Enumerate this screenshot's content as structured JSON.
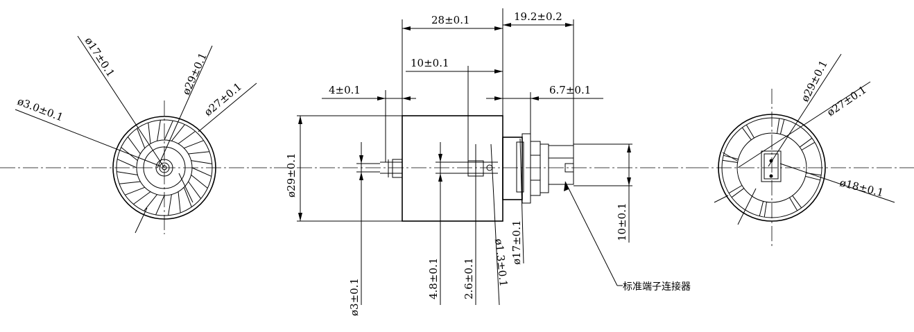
{
  "dimensions": {
    "left_d17": "ø17±0.1",
    "left_d29": "ø29±0.1",
    "left_d27": "ø27±0.1",
    "left_d3": "ø3.0±0.1",
    "len_28": "28±0.1",
    "len_19_2": "19.2±0.2",
    "len_10": "10±0.1",
    "len_4": "4±0.1",
    "len_6_7": "6.7±0.1",
    "side_d29": "ø29±0.1",
    "side_d3": "ø3±0.1",
    "side_4_8": "4.8±0.1",
    "side_2_6": "2.6±0.1",
    "side_d1_3": "ø1.3±0.1",
    "side_d17": "ø17±0.1",
    "side_10": "10±0.1",
    "right_d29": "ø29±0.1",
    "right_d27": "ø27±0.1",
    "right_d18": "ø18±0.1"
  },
  "callout": {
    "connector": "标准端子连接器"
  }
}
